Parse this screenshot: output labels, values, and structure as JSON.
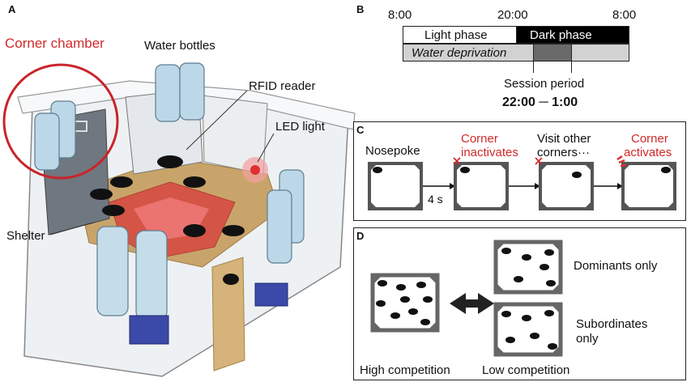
{
  "panel_a": {
    "letter": "A",
    "corner_chamber": "Corner chamber",
    "water_bottles": "Water bottles",
    "rfid_reader": "RFID reader",
    "led_light": "LED light",
    "shelter": "Shelter"
  },
  "panel_b": {
    "letter": "B",
    "time_start": "8:00",
    "time_mid": "20:00",
    "time_end": "8:00",
    "light_phase": "Light phase",
    "dark_phase": "Dark phase",
    "water_deprivation": "Water deprivation",
    "session_title": "Session period",
    "session_times": "22:00 ─ 1:00"
  },
  "panel_c": {
    "letter": "C",
    "step1": "Nosepoke",
    "step2_l1": "Corner",
    "step2_l2": "inactivates",
    "step3_l1": "Visit other",
    "step3_l2": "corners···",
    "step4_l1": "Corner",
    "step4_l2": "activates",
    "delay": "4 s"
  },
  "panel_d": {
    "letter": "D",
    "dominants": "Dominants only",
    "subordinates_l1": "Subordinates",
    "subordinates_l2": "only",
    "high": "High competition",
    "low": "Low competition"
  },
  "colors": {
    "accent_red": "#d02a2a",
    "led_red": "#e03030",
    "shelter_red": "#d83a3a",
    "bedding": "#c9a46a"
  }
}
